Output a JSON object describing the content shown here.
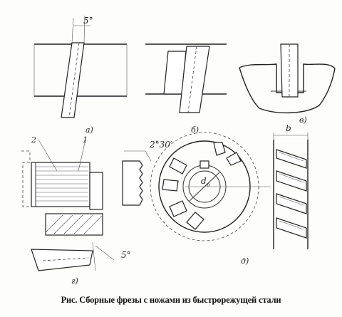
{
  "labels": {
    "a": "а)",
    "b": "б)",
    "v": "в)",
    "g": "г)",
    "d": "д)",
    "one": "1",
    "two": "2",
    "angle_a": "5°",
    "angle_g": "5°",
    "angle_d": "2°30′",
    "width_b": "b",
    "diam": "d",
    "diam_sub": "o"
  },
  "caption": "Рис.  Сборные фрезы с ножами из быстрорежущей стали"
}
